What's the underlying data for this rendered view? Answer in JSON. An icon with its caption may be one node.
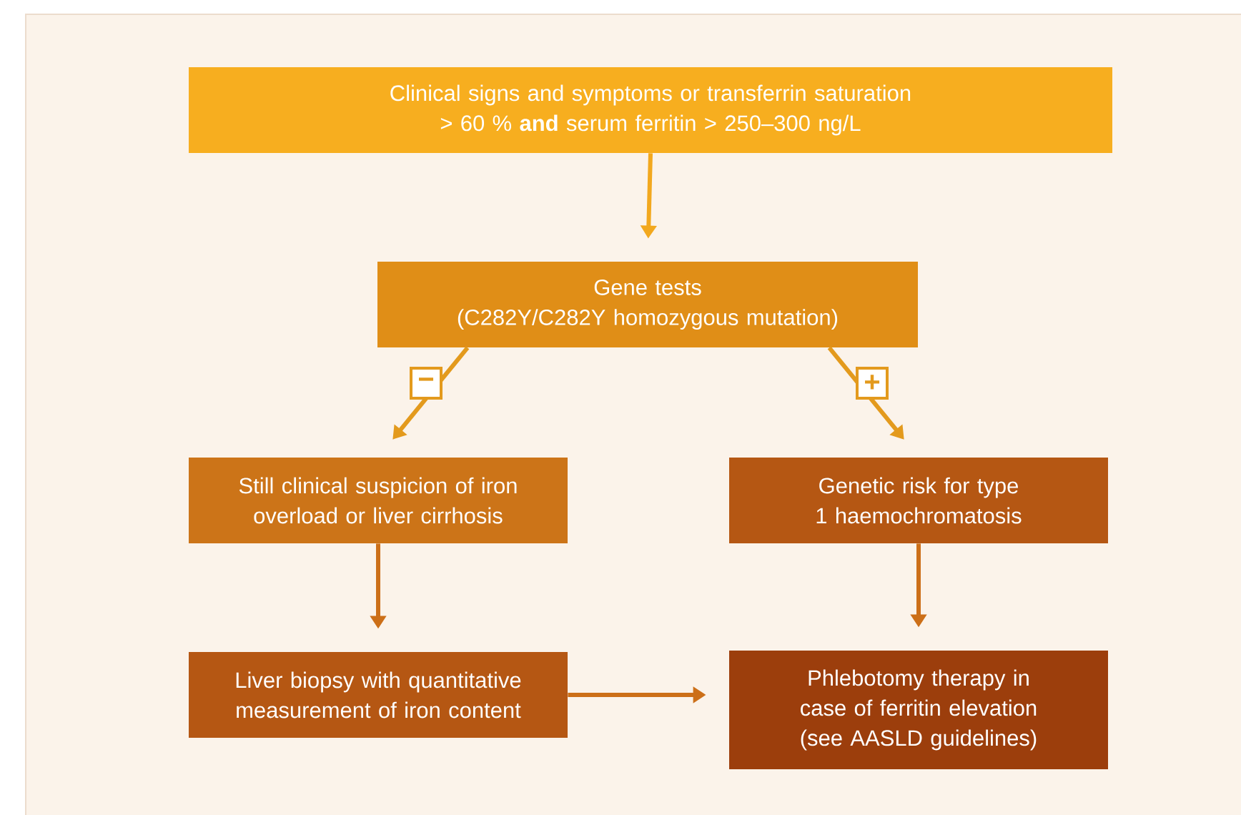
{
  "diagram": {
    "nodes": [
      {
        "text": [
          "Clinical signs and symptoms or transferrin saturation > 60 % **and** serum ferritin > 250–300 ng/L"
        ]
      },
      {
        "text": [
          "Gene tests",
          "(C282Y/C282Y homozygous mutation)"
        ]
      },
      {
        "text": [
          "Still clinical suspicion of iron overload or liver cirrhosis"
        ]
      },
      {
        "text": [
          "Genetic risk for type 1 haemochromatosis"
        ]
      },
      {
        "text": [
          "Liver biopsy with quantitative measurement of iron content"
        ]
      },
      {
        "text": [
          "Phlebotomy therapy in case of ferritin elevation (see AASLD guidelines)"
        ]
      }
    ],
    "edges": [
      {
        "from": 0,
        "to": 1,
        "arrow": "to",
        "color": "#f2a81e"
      },
      {
        "from": 1,
        "to": 2,
        "arrow": "to",
        "label": "−",
        "color": "#e39a1d"
      },
      {
        "from": 1,
        "to": 3,
        "arrow": "to",
        "label": "+",
        "color": "#e39a1d"
      },
      {
        "from": 2,
        "to": 4,
        "arrow": "to",
        "color": "#cc6f18"
      },
      {
        "from": 3,
        "to": 5,
        "arrow": "to",
        "color": "#cc6f18"
      },
      {
        "from": 4,
        "to": 5,
        "arrow": "to",
        "color": "#cc6f18"
      }
    ]
  }
}
